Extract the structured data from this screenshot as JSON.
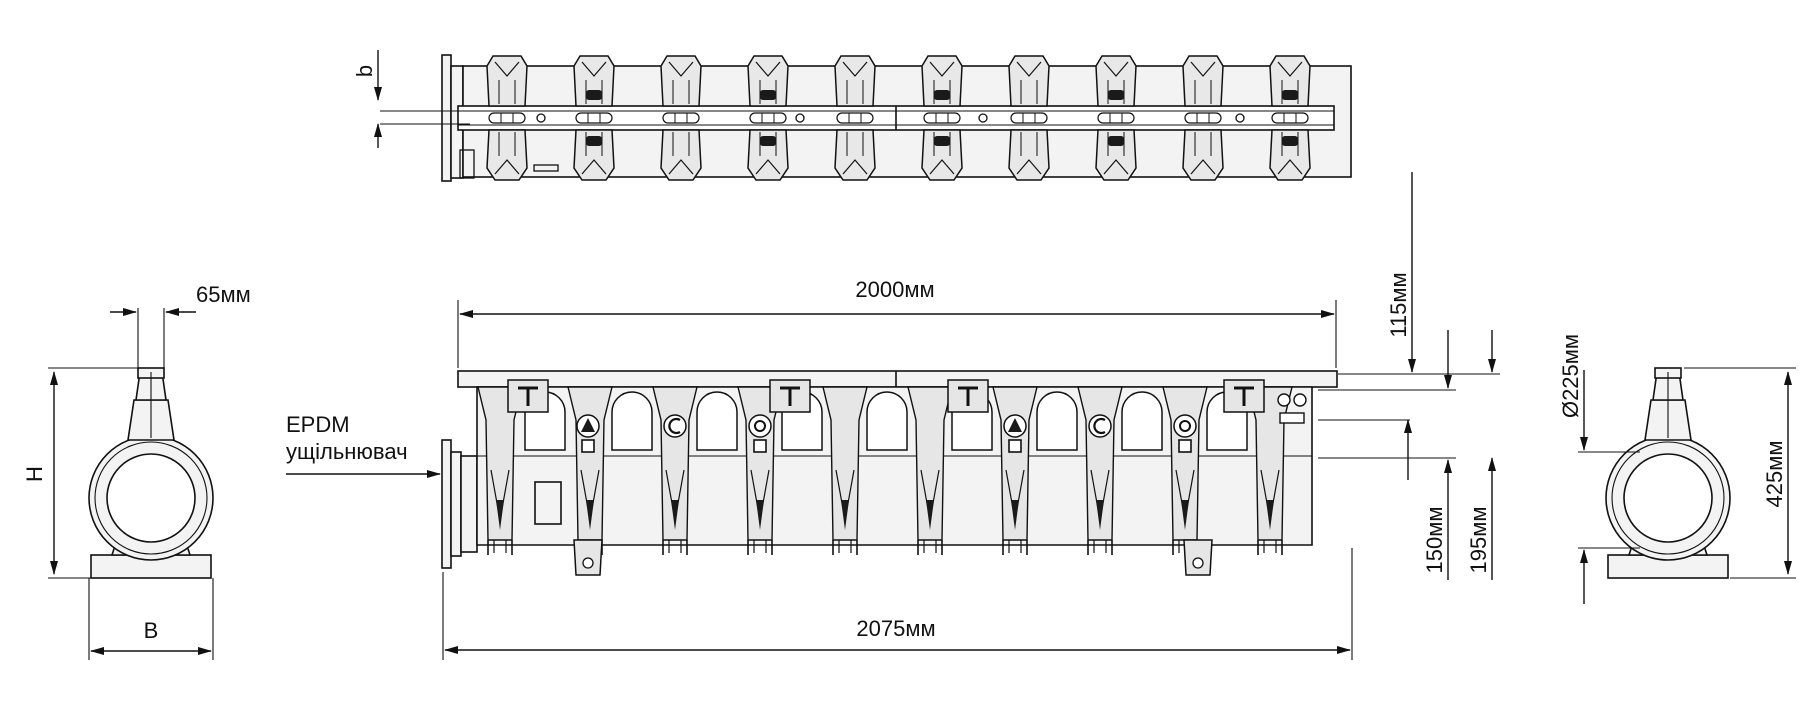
{
  "labels": {
    "b": "b",
    "top_length": "2000мм",
    "total_length": "2075мм",
    "flange_width": "65мм",
    "height_symbol": "H",
    "width_symbol": "B",
    "seal_line1": "EPDM",
    "seal_line2": "ущільнювач",
    "dim_115": "115мм",
    "dim_150": "150мм",
    "dim_195": "195мм",
    "dim_225": "Ø225мм",
    "dim_425": "425мм"
  }
}
